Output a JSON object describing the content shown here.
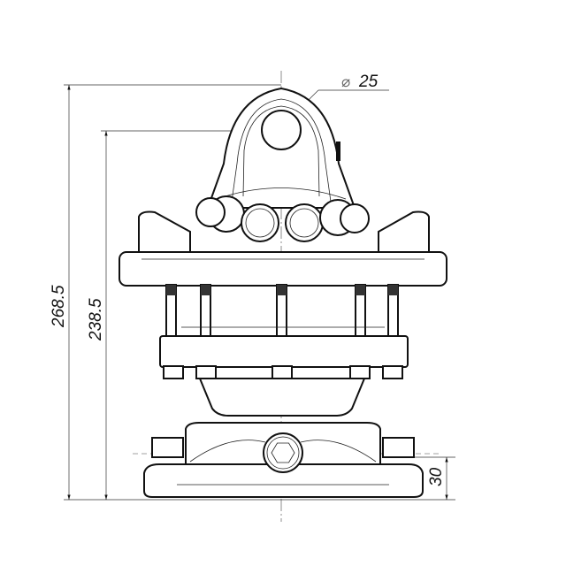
{
  "dimensions": {
    "overall_height": "268.5",
    "pin_center_height": "238.5",
    "pin_diameter": "25",
    "diameter_symbol": "⌀",
    "base_height": "30"
  }
}
